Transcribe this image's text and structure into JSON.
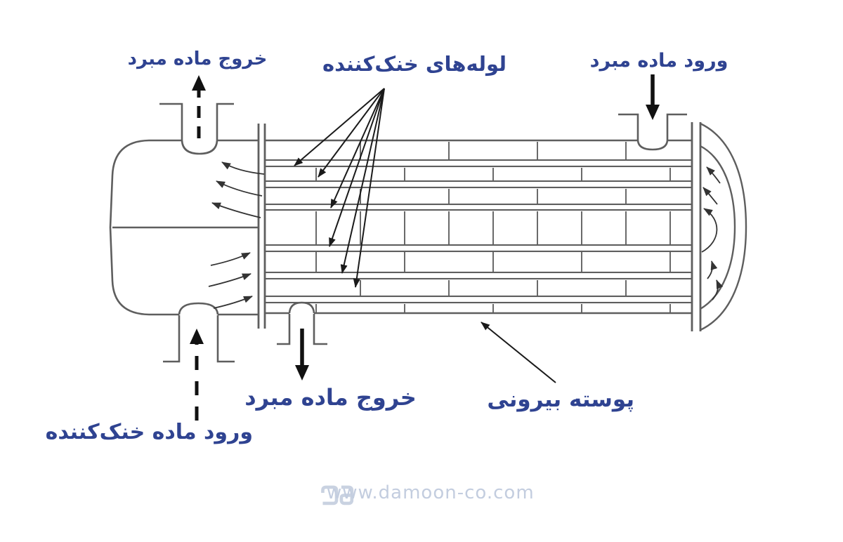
{
  "labels": {
    "refrigerant_out_top": "خروج ماده مبرد",
    "cooling_tubes": "لوله‌های خنک‌کننده",
    "refrigerant_in": "ورود ماده مبرد",
    "refrigerant_out_bottom": "خروج ماده مبرد",
    "outer_shell": "پوسته بیرونی",
    "coolant_in": "ورود ماده خنک‌کننده"
  },
  "watermark": {
    "text": "www.damoon-co.com",
    "logo_icon": "damoon-logo"
  },
  "colors": {
    "label_text": "#2f4391",
    "drawing_line": "#5e5e5e",
    "annotation_arrow": "#1a1a1a",
    "watermark_text": "#c3cddf",
    "background": "#ffffff"
  }
}
